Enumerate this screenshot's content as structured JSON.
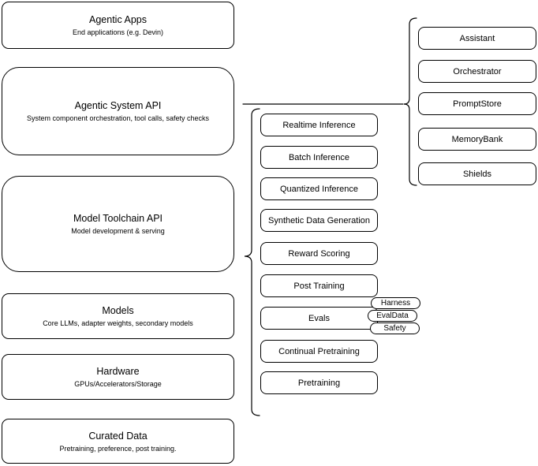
{
  "diagram": {
    "stack": [
      {
        "title": "Agentic Apps",
        "subtitle": "End applications (e.g. Devin)"
      },
      {
        "title": "Agentic System API",
        "subtitle": "System component orchestration, tool calls, safety checks"
      },
      {
        "title": "Model Toolchain API",
        "subtitle": "Model development & serving"
      },
      {
        "title": "Models",
        "subtitle": "Core LLMs, adapter weights, secondary models"
      },
      {
        "title": "Hardware",
        "subtitle": "GPUs/Accelerators/Storage"
      },
      {
        "title": "Curated Data",
        "subtitle": "Pretraining, preference, post training."
      }
    ],
    "toolchain": [
      "Realtime Inference",
      "Batch Inference",
      "Quantized Inference",
      "Synthetic Data Generation",
      "Reward Scoring",
      "Post Training",
      "Evals",
      "Continual Pretraining",
      "Pretraining"
    ],
    "eval_tags": [
      "Harness",
      "EvalData",
      "Safety"
    ],
    "system_components": [
      "Assistant",
      "Orchestrator",
      "PromptStore",
      "MemoryBank",
      "Shields"
    ],
    "colors": {
      "stroke": "#000000",
      "background": "#ffffff",
      "text": "#000000"
    }
  }
}
